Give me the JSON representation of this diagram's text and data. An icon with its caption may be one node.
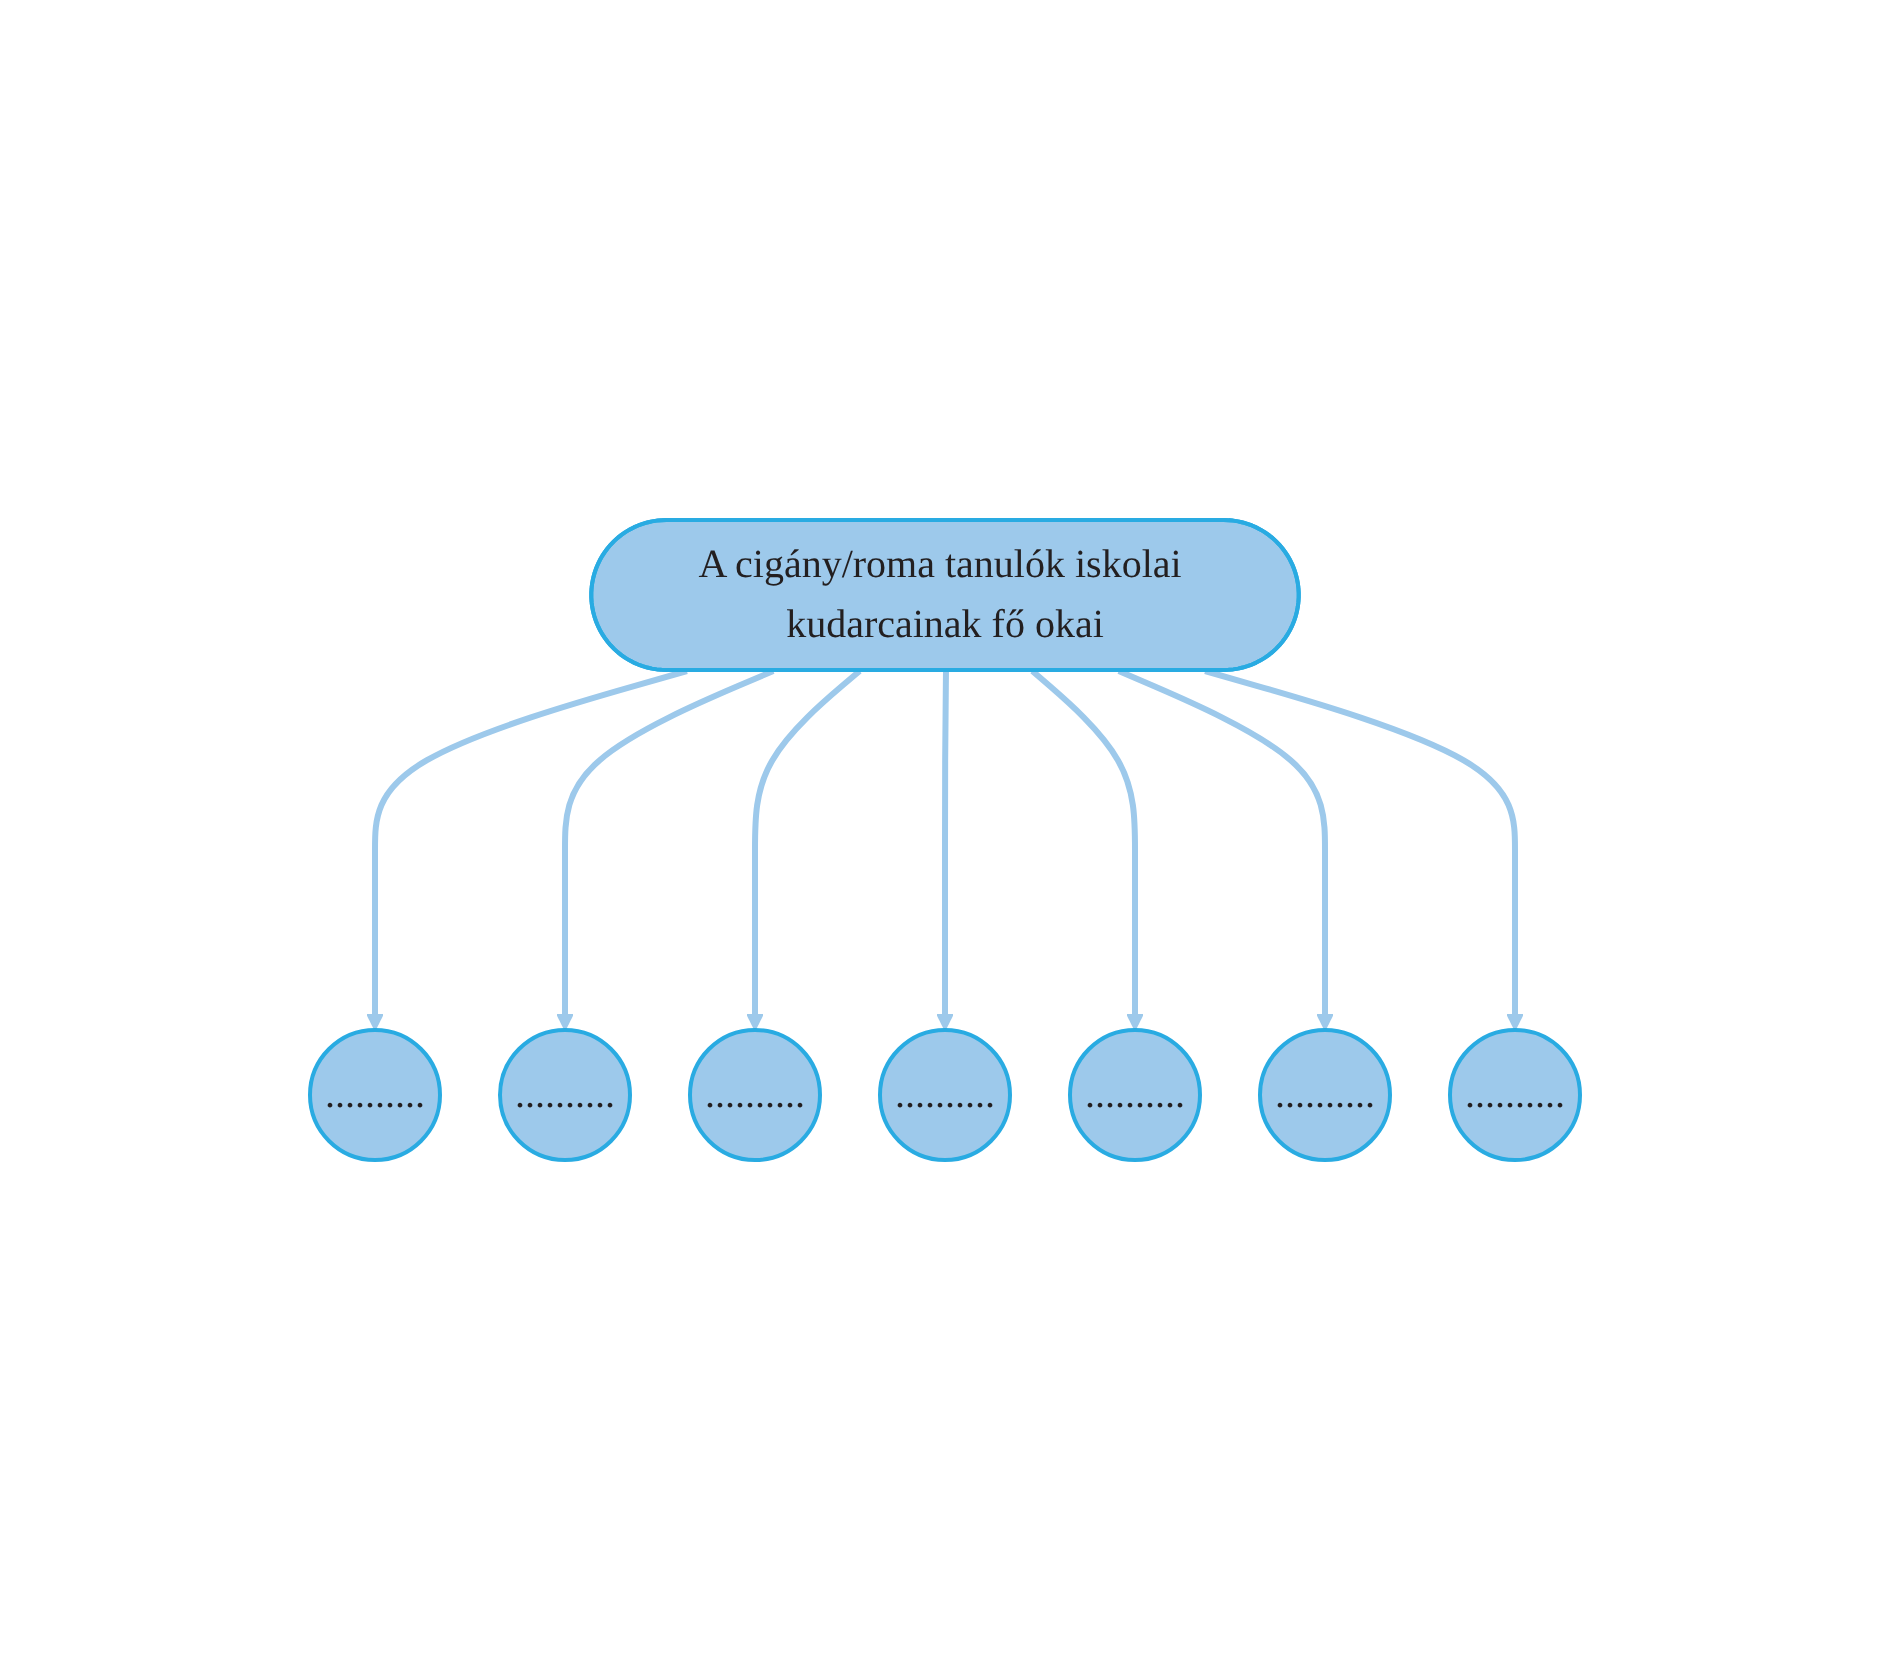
{
  "diagram": {
    "nodes": [
      {
        "text": [
          ".........."
        ]
      },
      {
        "text": [
          ".........."
        ]
      },
      {
        "text": [
          ".........."
        ]
      },
      {
        "text": [
          ".........."
        ]
      },
      {
        "text": [
          "A cigány/roma tanulók iskolai kudarcainak fő okai"
        ]
      },
      {
        "text": [
          ".........."
        ]
      },
      {
        "text": [
          ".........."
        ]
      },
      {
        "text": [
          ".........."
        ]
      }
    ],
    "edges": [
      {
        "from": 4,
        "to": 0,
        "arrow": "to"
      },
      {
        "from": 4,
        "to": 1,
        "arrow": "to"
      },
      {
        "from": 4,
        "to": 2,
        "arrow": "to"
      },
      {
        "from": 4,
        "to": 3,
        "arrow": "to"
      },
      {
        "from": 4,
        "to": 5,
        "arrow": "to"
      },
      {
        "from": 4,
        "to": 6,
        "arrow": "to"
      },
      {
        "from": 4,
        "to": 7,
        "arrow": "to"
      }
    ]
  }
}
